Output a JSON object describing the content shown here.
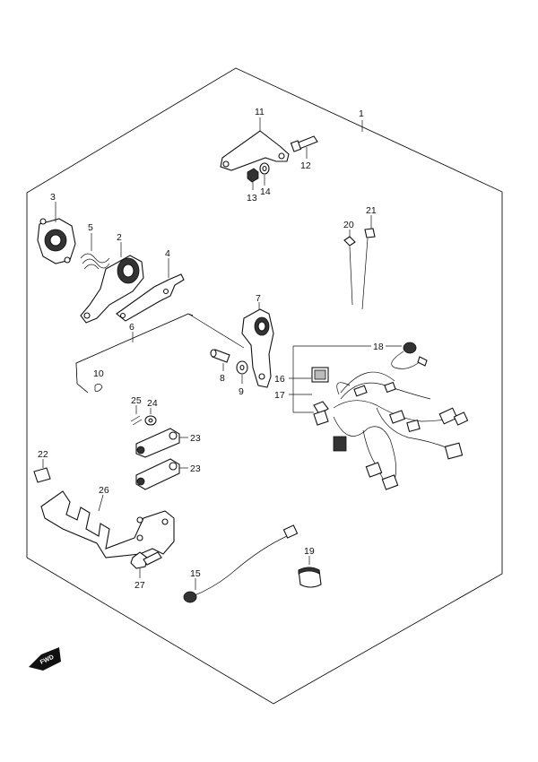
{
  "callouts": {
    "c1": "1",
    "c2": "2",
    "c3": "3",
    "c4": "4",
    "c5": "5",
    "c6": "6",
    "c7": "7",
    "c8": "8",
    "c9": "9",
    "c10": "10",
    "c11": "11",
    "c12": "12",
    "c13": "13",
    "c14": "14",
    "c15": "15",
    "c16": "16",
    "c17": "17",
    "c18": "18",
    "c19": "19",
    "c20": "20",
    "c21": "21",
    "c22": "22",
    "c23a": "23",
    "c23b": "23",
    "c24": "24",
    "c25": "25",
    "c26": "26",
    "c27": "27"
  },
  "fwd_badge": "FWD",
  "colors": {
    "line": "#111111",
    "shade": "#333333",
    "fill": "#ffffff"
  }
}
